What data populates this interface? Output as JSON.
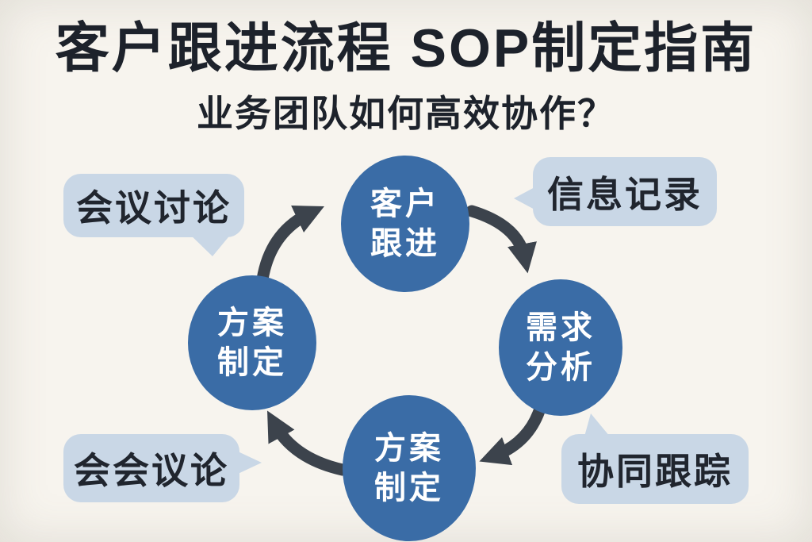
{
  "header": {
    "title": "客户跟进流程 SOP制定指南",
    "subtitle": "业务团队如何高效协作？"
  },
  "cycle": {
    "steps": [
      {
        "id": "customer-followup",
        "position": "top",
        "line1": "客户",
        "line2": "跟进"
      },
      {
        "id": "needs-analysis",
        "position": "right",
        "line1": "需求",
        "line2": "分析"
      },
      {
        "id": "plan-creation",
        "position": "bottom",
        "line1": "方案",
        "line2": "制定"
      },
      {
        "id": "plan-creation-2",
        "position": "left",
        "line1": "方案",
        "line2": "制定"
      }
    ],
    "flow_direction": "clockwise",
    "arrows": [
      {
        "from": "客户跟进",
        "to": "需求分析"
      },
      {
        "from": "需求分析",
        "to": "方案制定"
      },
      {
        "from": "方案制定",
        "to": "方案制定"
      },
      {
        "from": "方案制定",
        "to": "客户跟进"
      }
    ]
  },
  "callouts": [
    {
      "id": "meeting-discussion",
      "position": "top-left",
      "label": "会议讨论"
    },
    {
      "id": "information-record",
      "position": "top-right",
      "label": "信息记录"
    },
    {
      "id": "meeting-discussion-2",
      "position": "bottom-left",
      "label": "会会议论"
    },
    {
      "id": "collaborative-track",
      "position": "bottom-right",
      "label": "协同跟踪"
    }
  ],
  "colors": {
    "background": "#f7f4ee",
    "title_text": "#1d222b",
    "circle_fill": "#3a6ca6",
    "circle_text": "#ffffff",
    "bubble_fill": "#c9d7e6",
    "bubble_text": "#20252e",
    "arrow": "#3c434c"
  }
}
